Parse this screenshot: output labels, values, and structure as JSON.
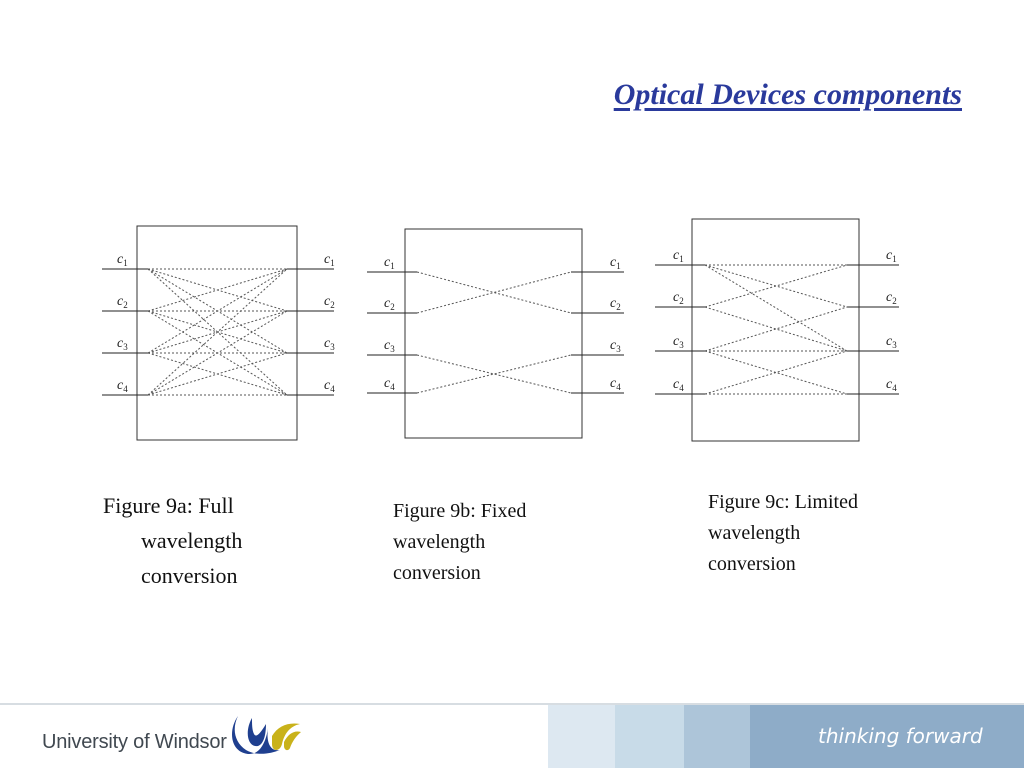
{
  "slide": {
    "title": "Optical Devices components"
  },
  "figures": [
    {
      "id": "9a",
      "caption_line1": "Figure 9a: Full",
      "caption_line2": "wavelength",
      "caption_line3": "conversion",
      "inputs": [
        "c1",
        "c2",
        "c3",
        "c4"
      ],
      "outputs": [
        "c1",
        "c2",
        "c3",
        "c4"
      ],
      "connections": [
        [
          1,
          1
        ],
        [
          1,
          2
        ],
        [
          1,
          3
        ],
        [
          1,
          4
        ],
        [
          2,
          1
        ],
        [
          2,
          2
        ],
        [
          2,
          3
        ],
        [
          2,
          4
        ],
        [
          3,
          1
        ],
        [
          3,
          2
        ],
        [
          3,
          3
        ],
        [
          3,
          4
        ],
        [
          4,
          1
        ],
        [
          4,
          2
        ],
        [
          4,
          3
        ],
        [
          4,
          4
        ]
      ]
    },
    {
      "id": "9b",
      "caption_line1": "Figure 9b: Fixed",
      "caption_line2": "wavelength",
      "caption_line3": "conversion",
      "inputs": [
        "c1",
        "c2",
        "c3",
        "c4"
      ],
      "outputs": [
        "c1",
        "c2",
        "c3",
        "c4"
      ],
      "connections": [
        [
          1,
          2
        ],
        [
          2,
          1
        ],
        [
          3,
          4
        ],
        [
          4,
          3
        ]
      ]
    },
    {
      "id": "9c",
      "caption_line1": "Figure 9c: Limited",
      "caption_line2": "wavelength",
      "caption_line3": "conversion",
      "inputs": [
        "c1",
        "c2",
        "c3",
        "c4"
      ],
      "outputs": [
        "c1",
        "c2",
        "c3",
        "c4"
      ],
      "connections": [
        [
          1,
          1
        ],
        [
          1,
          2
        ],
        [
          1,
          3
        ],
        [
          2,
          1
        ],
        [
          2,
          3
        ],
        [
          3,
          2
        ],
        [
          3,
          3
        ],
        [
          3,
          4
        ],
        [
          4,
          3
        ],
        [
          4,
          4
        ]
      ]
    }
  ],
  "footer": {
    "university": "University of Windsor",
    "tagline": "thinking forward",
    "logo_icon": "uwindsor-wave-logo",
    "colors": {
      "title": "#2a3a9c",
      "band_1": "#dde8f1",
      "band_2": "#c8dbe8",
      "band_3": "#adc5d9",
      "band_4": "#8eacc8",
      "logo_blue": "#1f3f8f",
      "logo_gold": "#c9b21a"
    }
  }
}
